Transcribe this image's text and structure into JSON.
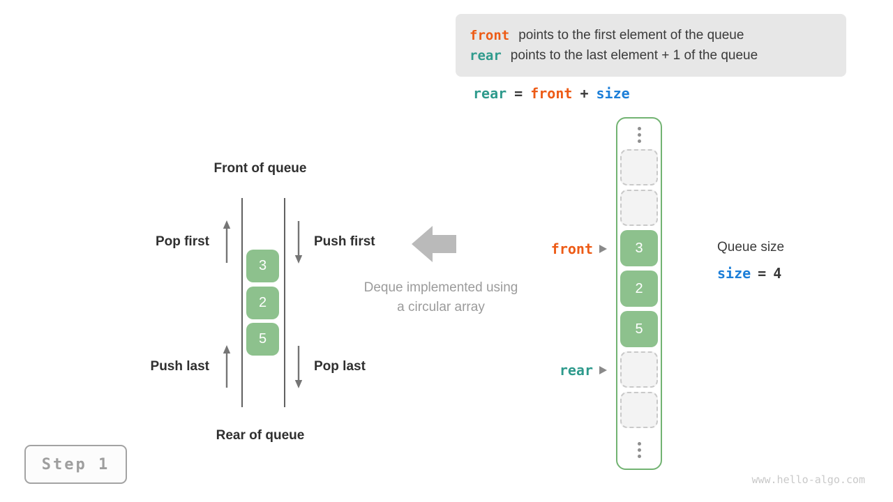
{
  "info_box": {
    "line1_token": "front",
    "line1_text": "points to the first element of the queue",
    "line2_token": "rear",
    "line2_text": "points to the last element + 1 of the queue"
  },
  "equation": {
    "lhs": "rear",
    "eq": "=",
    "op1": "front",
    "plus": "+",
    "op2": "size"
  },
  "left_diagram": {
    "front_label": "Front of queue",
    "rear_label": "Rear of queue",
    "pop_first": "Pop first",
    "push_first": "Push first",
    "push_last": "Push last",
    "pop_last": "Pop last",
    "values": [
      "3",
      "2",
      "5"
    ]
  },
  "center_caption": {
    "line1": "Deque implemented using",
    "line2": "a circular array"
  },
  "array_column": {
    "front_pointer": "front",
    "rear_pointer": "rear",
    "cells": [
      {
        "type": "ellipsis"
      },
      {
        "type": "empty"
      },
      {
        "type": "empty"
      },
      {
        "type": "filled",
        "value": "3"
      },
      {
        "type": "filled",
        "value": "2"
      },
      {
        "type": "filled",
        "value": "5"
      },
      {
        "type": "empty"
      },
      {
        "type": "empty"
      },
      {
        "type": "ellipsis"
      }
    ]
  },
  "queue_size": {
    "title": "Queue size",
    "variable": "size",
    "equals": "=",
    "value": "4"
  },
  "step_button": {
    "label": "Step 1"
  },
  "watermark": "www.hello-algo.com",
  "colors": {
    "front_accent": "#ed5b16",
    "rear_accent": "#2e9a8c",
    "size_accent": "#1b7ed8",
    "cell_green": "#8dc18d",
    "column_border_green": "#72b372",
    "legend_bg": "#e7e7e7",
    "text_dark": "#3a3a3a",
    "muted_gray": "#9b9b9b"
  }
}
